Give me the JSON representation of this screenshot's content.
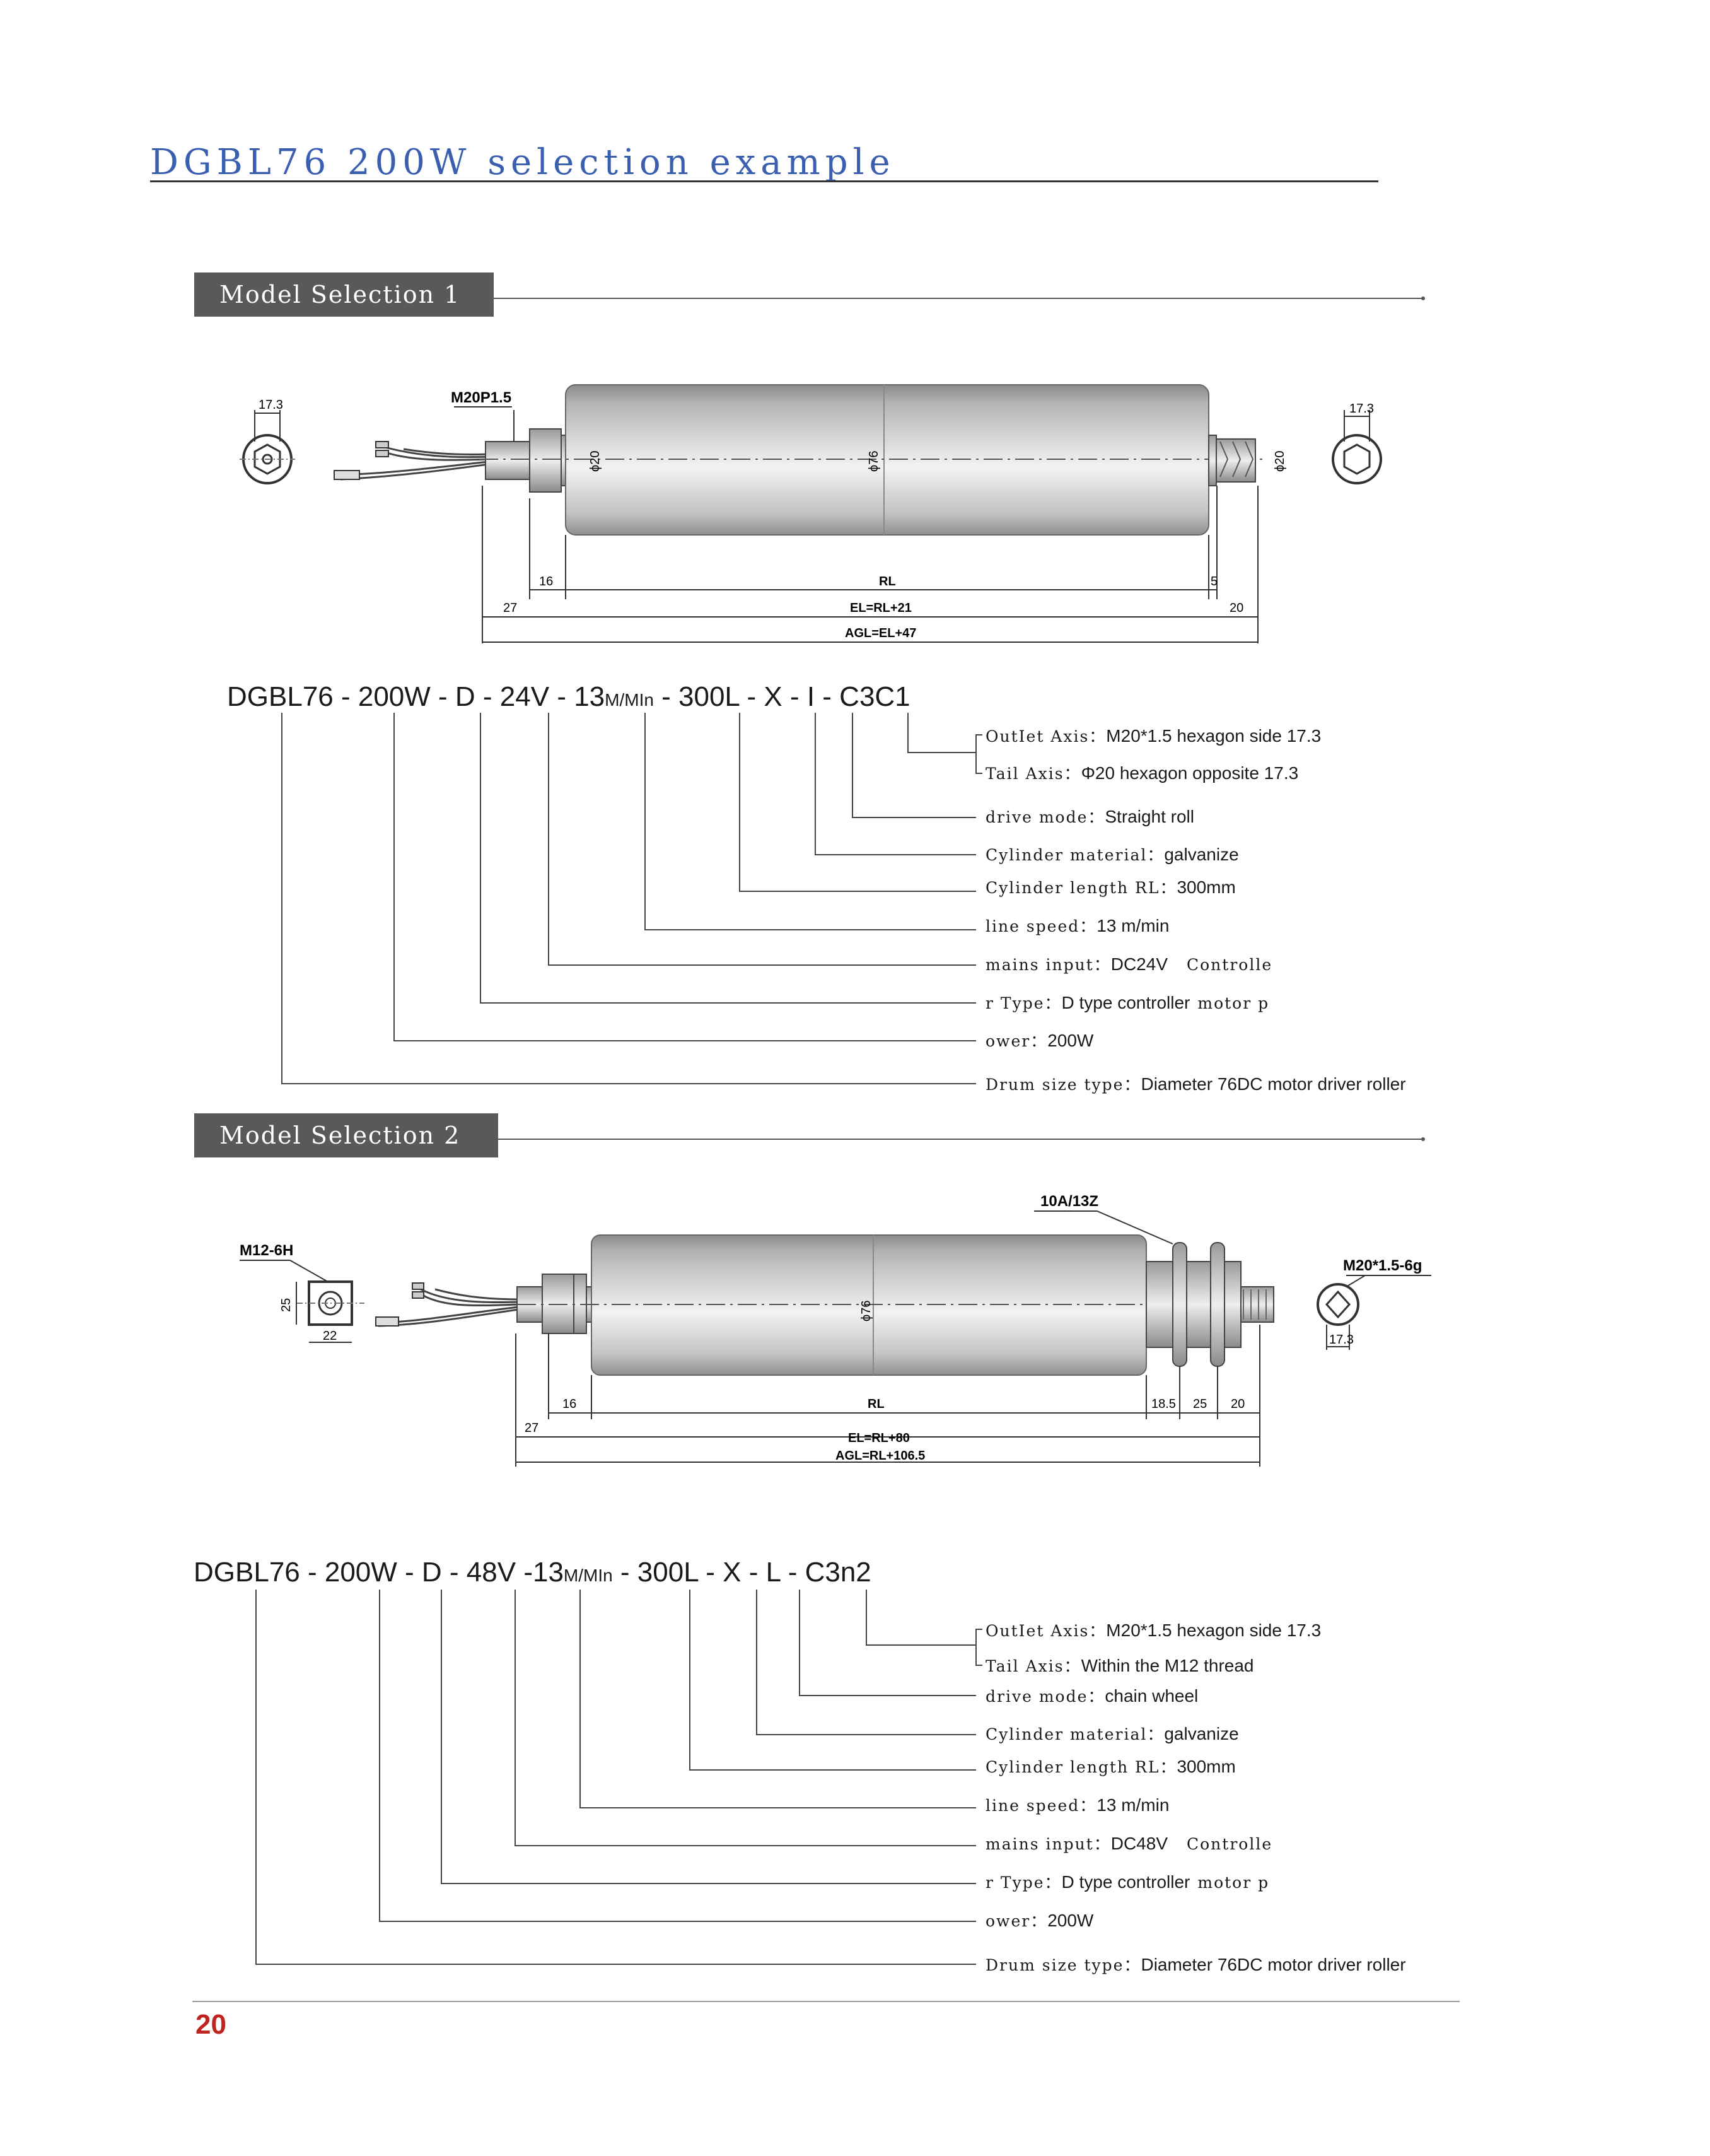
{
  "page": {
    "title": "DGBL76 200W  selection example",
    "page_number": "20"
  },
  "selection1": {
    "tab": "Model Selection 1",
    "drawing": {
      "thread": "M20P1.5",
      "left_hex": "17.3",
      "right_hex": "17.3",
      "shaft_left": "ϕ20",
      "shaft_right": "ϕ20",
      "drum_dia": "ϕ76",
      "dim_16": "16",
      "dim_rl": "RL",
      "dim_5": "5",
      "dim_27": "27",
      "dim_el": "EL=RL+21",
      "dim_20": "20",
      "dim_agl": "AGL=EL+47"
    },
    "model_parts": [
      "DGBL76",
      " - 200W",
      " - D",
      "  - 24V",
      " - 13",
      "M/MIn",
      " - 300L",
      " - X",
      " - I",
      "  - C3C1"
    ],
    "specs": [
      {
        "key": "OutIet Axis：",
        "value": "M20*1.5 hexagon side 17.3",
        "extra": ""
      },
      {
        "key": "Tail Axis：",
        "value": "Φ20 hexagon opposite 17.3",
        "extra": ""
      },
      {
        "key": "drive mode：",
        "value": "Straight roll",
        "extra": ""
      },
      {
        "key": "Cylinder material：",
        "value": "galvanize",
        "extra": ""
      },
      {
        "key": "Cylinder length RL：",
        "value": "300mm",
        "extra": ""
      },
      {
        "key": "line speed：",
        "value": "13 m/min",
        "extra": ""
      },
      {
        "key": "mains input：",
        "value": "DC24V",
        "extra": "Controlle"
      },
      {
        "key": "r Type：",
        "value": "D type controller",
        "extra": "motor p"
      },
      {
        "key": "ower：",
        "value": "200W",
        "extra": ""
      },
      {
        "key": "Drum size type：",
        "value": "Diameter 76DC motor driver roller",
        "extra": ""
      }
    ]
  },
  "selection2": {
    "tab": "Model Selection 2",
    "drawing": {
      "sprocket": "10A/13Z",
      "left_thread": "M12-6H",
      "left_h": "25",
      "left_w": "22",
      "right_thread": "M20*1.5-6g",
      "right_hex": "17.3",
      "shaft": "20",
      "drum_dia": "ϕ76",
      "dim_16": "16",
      "dim_rl": "RL",
      "dim_185": "18.5",
      "dim_25": "25",
      "dim_20": "20",
      "dim_27": "27",
      "dim_el": "EL=RL+80",
      "dim_agl": "AGL=RL+106.5"
    },
    "model_parts": [
      "DGBL76",
      " - 200W",
      " - D",
      " - 48V",
      " -13",
      "M/MIn",
      " - 300L",
      " - X",
      " - L",
      " - C3n2"
    ],
    "specs": [
      {
        "key": "OutIet Axis：",
        "value": "M20*1.5 hexagon side 17.3",
        "extra": ""
      },
      {
        "key": "Tail Axis：",
        "value": "Within the M12 thread",
        "extra": ""
      },
      {
        "key": "drive mode：",
        "value": "chain wheel",
        "extra": ""
      },
      {
        "key": "Cylinder material：",
        "value": "galvanize",
        "extra": ""
      },
      {
        "key": "Cylinder length RL：",
        "value": "300mm",
        "extra": ""
      },
      {
        "key": "line speed：",
        "value": "13 m/min",
        "extra": ""
      },
      {
        "key": "mains input：",
        "value": "DC48V",
        "extra": "Controlle"
      },
      {
        "key": "r Type：",
        "value": "D type controller",
        "extra": "motor p"
      },
      {
        "key": "ower：",
        "value": "200W",
        "extra": ""
      },
      {
        "key": "Drum size type：",
        "value": "Diameter 76DC motor driver roller",
        "extra": ""
      }
    ]
  }
}
